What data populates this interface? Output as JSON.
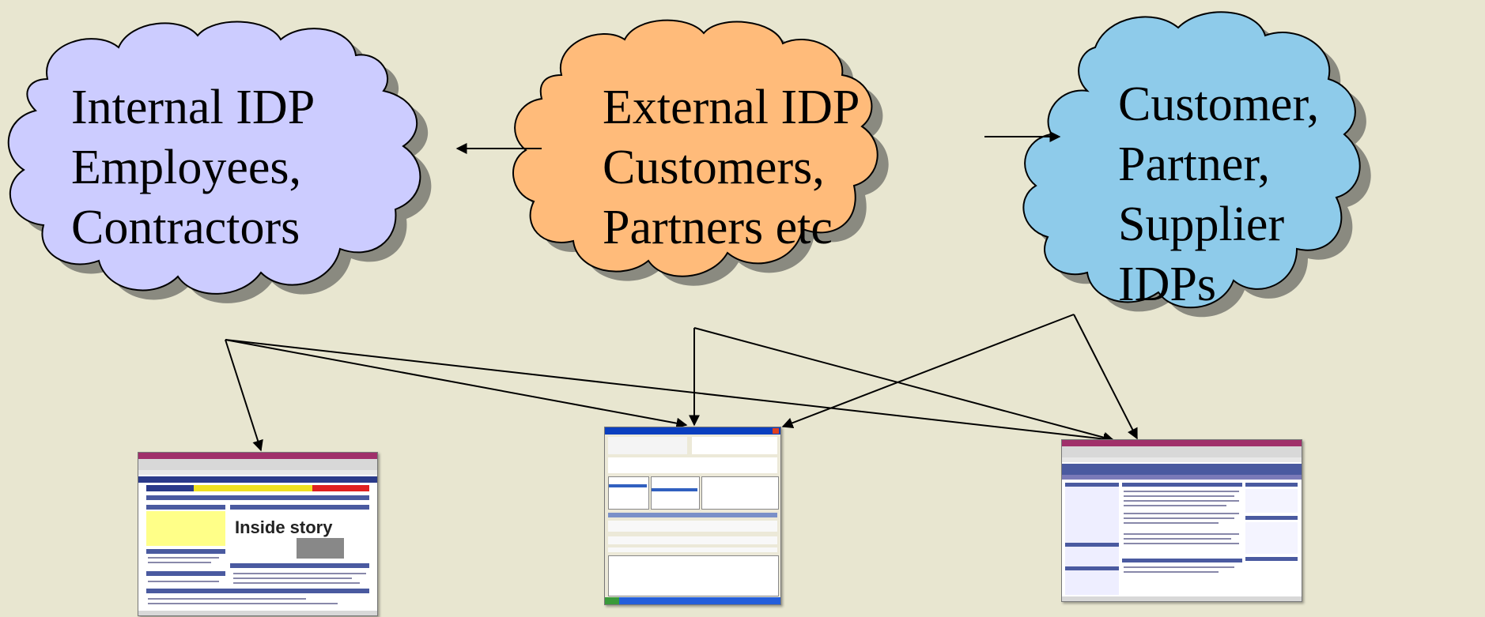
{
  "clouds": {
    "internal": {
      "lines": [
        "Internal IDP",
        "Employees,",
        "Contractors"
      ],
      "color": "#ccccff"
    },
    "external": {
      "lines": [
        "External IDP",
        "Customers,",
        "Partners etc"
      ],
      "color": "#ffbb7a"
    },
    "partner": {
      "lines": [
        "Customer,",
        "Partner,",
        "Supplier",
        "IDPs"
      ],
      "color": "#8ecbea"
    }
  },
  "screenshots": [
    {
      "name": "employee-portal-screenshot",
      "content_text": "Inside story"
    },
    {
      "name": "service-request-app-screenshot"
    },
    {
      "name": "partner-portal-screenshot"
    }
  ],
  "colors": {
    "background": "#e8e6d0",
    "stroke": "#000000",
    "shadow": "#8a8a80"
  }
}
